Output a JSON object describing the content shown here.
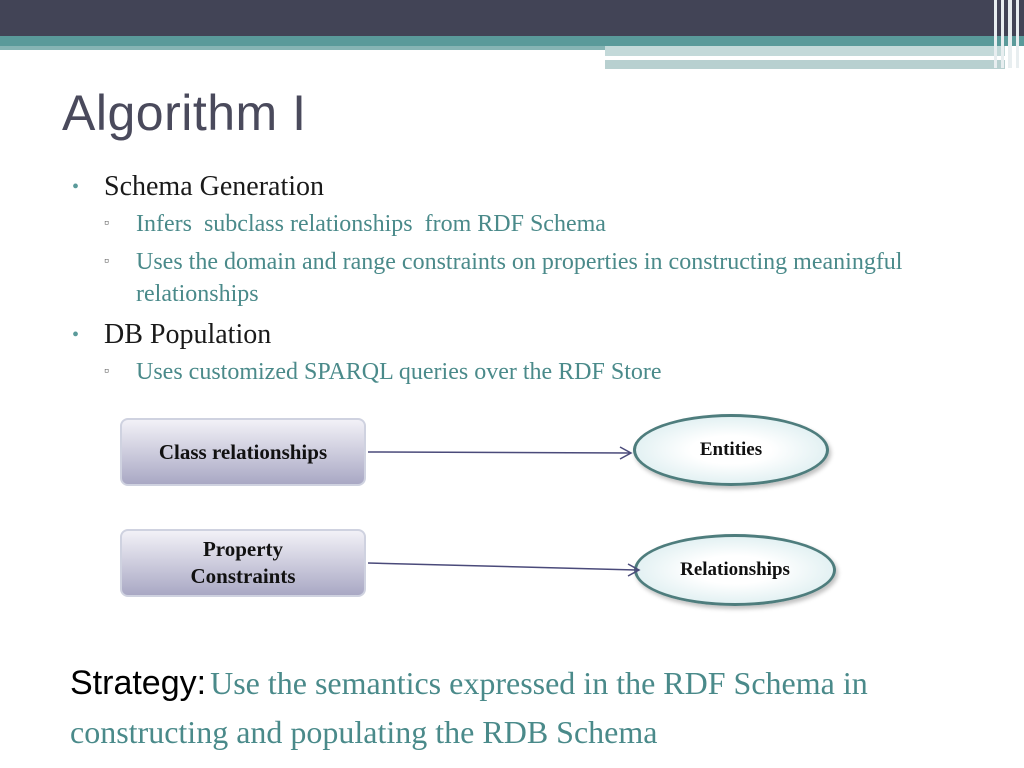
{
  "slide": {
    "title": "Algorithm I",
    "bullets": [
      {
        "text": "Schema Generation",
        "subs": [
          "Infers  subclass relationships  from RDF Schema",
          "Uses the domain and range constraints on properties in constructing meaningful relationships"
        ]
      },
      {
        "text": "DB Population",
        "subs": [
          "Uses customized SPARQL queries over the RDF Store"
        ]
      }
    ],
    "diagram": {
      "sources": [
        "Class relationships",
        "Property Constraints"
      ],
      "targets": [
        "Entities",
        "Relationships"
      ]
    },
    "strategy": {
      "label": "Strategy:",
      "text": "Use the semantics expressed in the RDF Schema in constructing and populating the RDB Schema"
    }
  },
  "colors": {
    "banner_dark": "#424456",
    "banner_teal": "#5a9a9a",
    "sub_text": "#4a8a8a",
    "arrow": "#4a4a7a"
  }
}
